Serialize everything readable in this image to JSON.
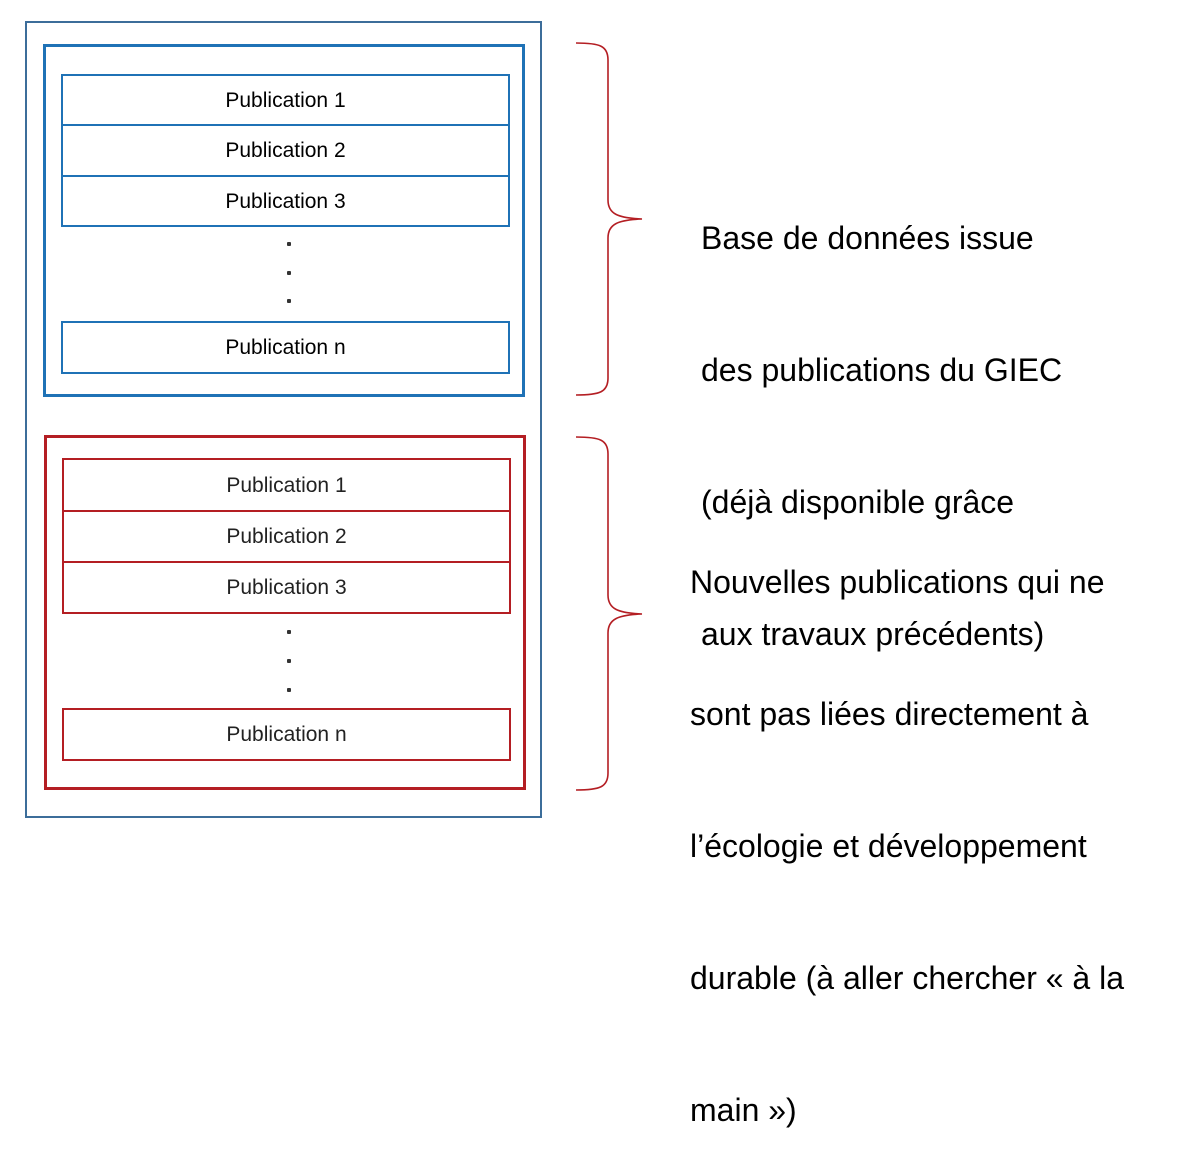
{
  "blue_group": {
    "publications": [
      "Publication 1",
      "Publication 2",
      "Publication 3",
      "Publication n"
    ],
    "ellipsis": [
      ".",
      ".",
      "."
    ],
    "description_lines": [
      "Base de données issue",
      "des publications du GIEC",
      "(déjà disponible grâce",
      "aux travaux précédents)"
    ]
  },
  "red_group": {
    "publications": [
      "Publication 1",
      "Publication 2",
      "Publication 3",
      "Publication n"
    ],
    "ellipsis": [
      ".",
      ".",
      "."
    ],
    "description_lines": [
      "Nouvelles publications qui ne",
      "sont pas liées directement à",
      "l’écologie et développement",
      "durable (à aller chercher « à la",
      "main »)"
    ]
  },
  "colors": {
    "outer_border": "#3c6d9a",
    "blue": "#1f72b6",
    "red": "#b41e23"
  }
}
